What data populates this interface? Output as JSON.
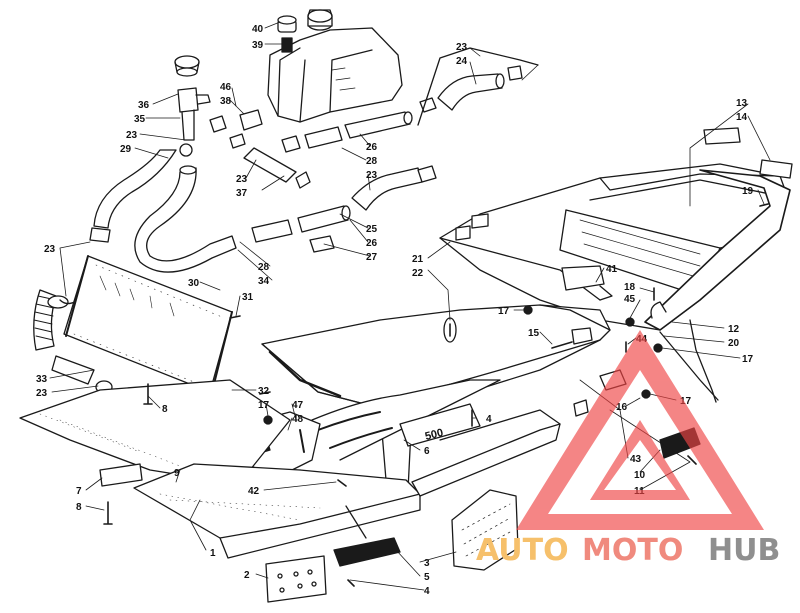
{
  "diagram": {
    "callouts": [
      {
        "id": "c40",
        "text": "40"
      },
      {
        "id": "c39",
        "text": "39"
      },
      {
        "id": "c36",
        "text": "36"
      },
      {
        "id": "c46",
        "text": "46"
      },
      {
        "id": "c38",
        "text": "38"
      },
      {
        "id": "c35",
        "text": "35"
      },
      {
        "id": "c23a",
        "text": "23"
      },
      {
        "id": "c29",
        "text": "29"
      },
      {
        "id": "c23b",
        "text": "23"
      },
      {
        "id": "c24",
        "text": "24"
      },
      {
        "id": "c26a",
        "text": "26"
      },
      {
        "id": "c28a",
        "text": "28"
      },
      {
        "id": "c23c",
        "text": "23"
      },
      {
        "id": "c37",
        "text": "37"
      },
      {
        "id": "c23d",
        "text": "23"
      },
      {
        "id": "c25",
        "text": "25"
      },
      {
        "id": "c26b",
        "text": "26"
      },
      {
        "id": "c27",
        "text": "27"
      },
      {
        "id": "c28b",
        "text": "28"
      },
      {
        "id": "c34",
        "text": "34"
      },
      {
        "id": "c13",
        "text": "13"
      },
      {
        "id": "c14",
        "text": "14"
      },
      {
        "id": "c19",
        "text": "19"
      },
      {
        "id": "c23e",
        "text": "23"
      },
      {
        "id": "c30",
        "text": "30"
      },
      {
        "id": "c31",
        "text": "31"
      },
      {
        "id": "c21",
        "text": "21"
      },
      {
        "id": "c22",
        "text": "22"
      },
      {
        "id": "c41",
        "text": "41"
      },
      {
        "id": "c18",
        "text": "18"
      },
      {
        "id": "c45",
        "text": "45"
      },
      {
        "id": "c17a",
        "text": "17"
      },
      {
        "id": "c12",
        "text": "12"
      },
      {
        "id": "c20",
        "text": "20"
      },
      {
        "id": "c15",
        "text": "15"
      },
      {
        "id": "c44",
        "text": "44"
      },
      {
        "id": "c17b",
        "text": "17"
      },
      {
        "id": "c33",
        "text": "33"
      },
      {
        "id": "c23f",
        "text": "23"
      },
      {
        "id": "c8a",
        "text": "8"
      },
      {
        "id": "c32",
        "text": "32"
      },
      {
        "id": "c17c",
        "text": "17"
      },
      {
        "id": "c47",
        "text": "47"
      },
      {
        "id": "c48",
        "text": "48"
      },
      {
        "id": "c4a",
        "text": "4"
      },
      {
        "id": "c16",
        "text": "16"
      },
      {
        "id": "c17d",
        "text": "17"
      },
      {
        "id": "c6",
        "text": "6"
      },
      {
        "id": "c43",
        "text": "43"
      },
      {
        "id": "c10",
        "text": "10"
      },
      {
        "id": "c9",
        "text": "9"
      },
      {
        "id": "c7",
        "text": "7"
      },
      {
        "id": "c42",
        "text": "42"
      },
      {
        "id": "c11",
        "text": "11"
      },
      {
        "id": "c8b",
        "text": "8"
      },
      {
        "id": "c1",
        "text": "1"
      },
      {
        "id": "c3",
        "text": "3"
      },
      {
        "id": "c5",
        "text": "5"
      },
      {
        "id": "c2",
        "text": "2"
      },
      {
        "id": "c4b",
        "text": "4"
      }
    ],
    "emblem_text": "500"
  },
  "watermark": {
    "part1": "AUTO",
    "part2": "MOTO",
    "part3": "HUB",
    "color_auto": "#f6c06b",
    "color_moto": "#f08a7e",
    "color_hub": "#8f8f8f",
    "triangle_color": "#ef4444"
  }
}
